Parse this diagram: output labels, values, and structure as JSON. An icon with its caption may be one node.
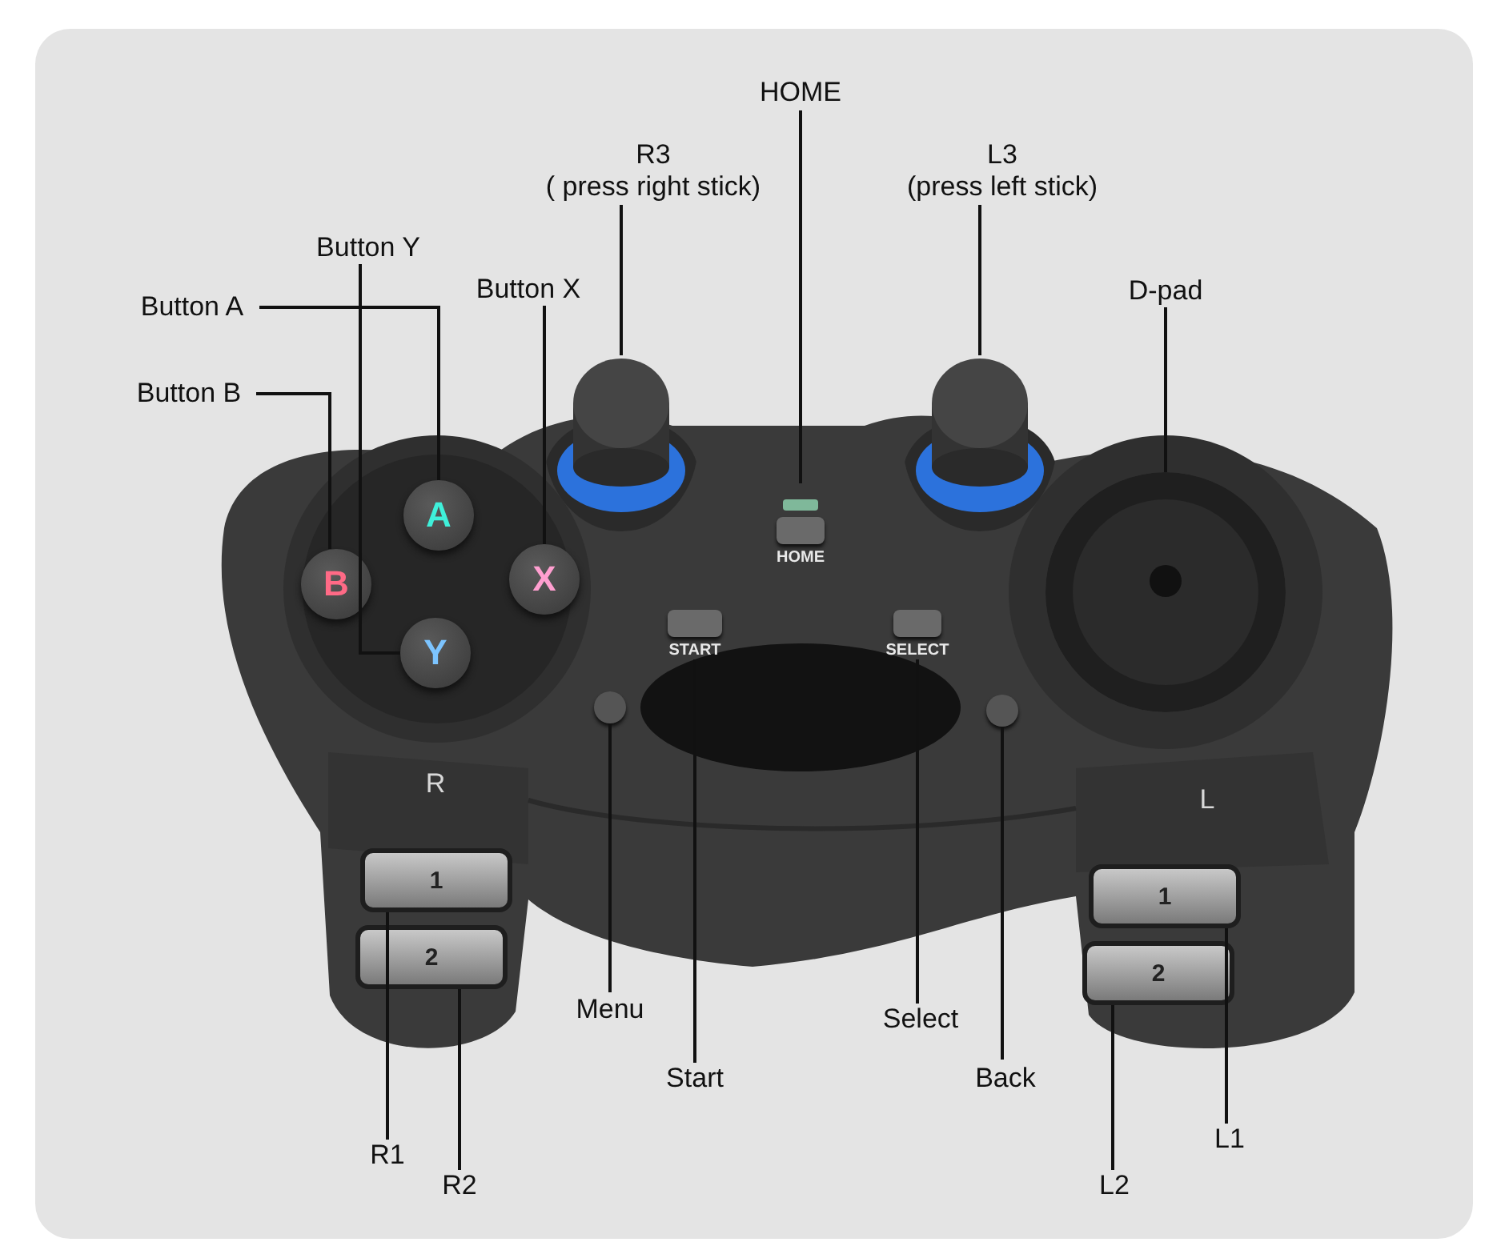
{
  "diagram": {
    "nodes": [
      {
        "text": [
          "HOME"
        ]
      },
      {
        "text": [
          "R3",
          "( press right stick)"
        ]
      },
      {
        "text": [
          "L3",
          "(press left stick)"
        ]
      },
      {
        "text": [
          "Button Y"
        ]
      },
      {
        "text": [
          "Button A"
        ]
      },
      {
        "text": [
          "Button X"
        ]
      },
      {
        "text": [
          "D-pad"
        ]
      },
      {
        "text": [
          "Button B"
        ]
      },
      {
        "text": [
          "Menu"
        ]
      },
      {
        "text": [
          "Start"
        ]
      },
      {
        "text": [
          "Select"
        ]
      },
      {
        "text": [
          "Back"
        ]
      },
      {
        "text": [
          "R1"
        ]
      },
      {
        "text": [
          "R2"
        ]
      },
      {
        "text": [
          "L1"
        ]
      },
      {
        "text": [
          "L2"
        ]
      },
      {
        "text": [
          "HOME"
        ]
      },
      {
        "text": [],
        "shape": "circle"
      },
      {
        "text": [],
        "shape": "circle"
      },
      {
        "text": [
          "A"
        ]
      },
      {
        "text": [
          "B"
        ]
      },
      {
        "text": [
          "X"
        ]
      },
      {
        "text": [
          "Y"
        ]
      },
      {
        "text": [],
        "shape": "circle"
      },
      {
        "text": [
          "START"
        ]
      },
      {
        "text": [
          "SELECT"
        ]
      },
      {
        "text": [],
        "shape": "circle"
      },
      {
        "text": [],
        "shape": "circle"
      },
      {
        "text": [
          "1"
        ]
      },
      {
        "text": [
          "2"
        ]
      },
      {
        "text": [
          "1"
        ]
      },
      {
        "text": [
          "2"
        ]
      }
    ],
    "edges": [
      {
        "from": 0,
        "to": 16,
        "arrow": "none"
      },
      {
        "from": 1,
        "to": 17,
        "arrow": "none"
      },
      {
        "from": 2,
        "to": 18,
        "arrow": "none"
      },
      {
        "from": 3,
        "to": 22,
        "arrow": "none"
      },
      {
        "from": 4,
        "to": 19,
        "arrow": "none"
      },
      {
        "from": 5,
        "to": 21,
        "arrow": "none"
      },
      {
        "from": 6,
        "to": 23,
        "arrow": "none"
      },
      {
        "from": 7,
        "to": 20,
        "arrow": "none"
      },
      {
        "from": 8,
        "to": 26,
        "arrow": "none"
      },
      {
        "from": 9,
        "to": 24,
        "arrow": "none"
      },
      {
        "from": 10,
        "to": 25,
        "arrow": "none"
      },
      {
        "from": 11,
        "to": 27,
        "arrow": "none"
      },
      {
        "from": 12,
        "to": 28,
        "arrow": "none"
      },
      {
        "from": 13,
        "to": 29,
        "arrow": "none"
      },
      {
        "from": 14,
        "to": 30,
        "arrow": "none"
      },
      {
        "from": 15,
        "to": 31,
        "arrow": "none"
      }
    ],
    "labels": [
      "R",
      "L"
    ]
  }
}
